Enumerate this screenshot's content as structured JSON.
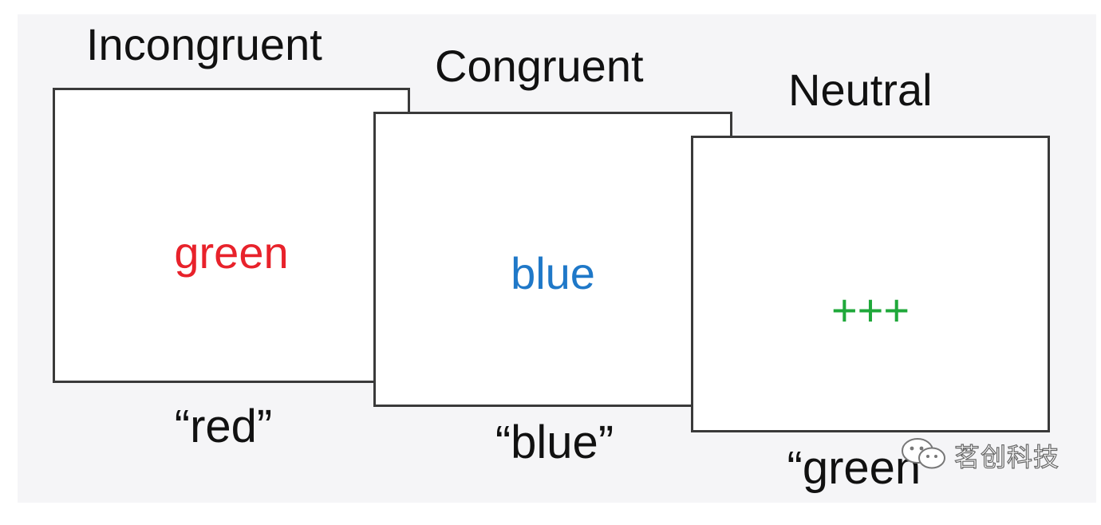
{
  "conditions": [
    {
      "heading": "Incongruent",
      "stimulus_word": "green",
      "stimulus_color": "#e8222b",
      "response": "“red”"
    },
    {
      "heading": "Congruent",
      "stimulus_word": "blue",
      "stimulus_color": "#1f78c8",
      "response": "“blue”"
    },
    {
      "heading": "Neutral",
      "stimulus_word": "+++",
      "stimulus_color": "#1fa83a",
      "response": "“green”"
    }
  ],
  "watermark": {
    "icon": "wechat-icon",
    "text": "茗创科技"
  },
  "colors": {
    "background": "#f5f5f7",
    "card_border": "#3a3a3a",
    "text": "#111111"
  }
}
